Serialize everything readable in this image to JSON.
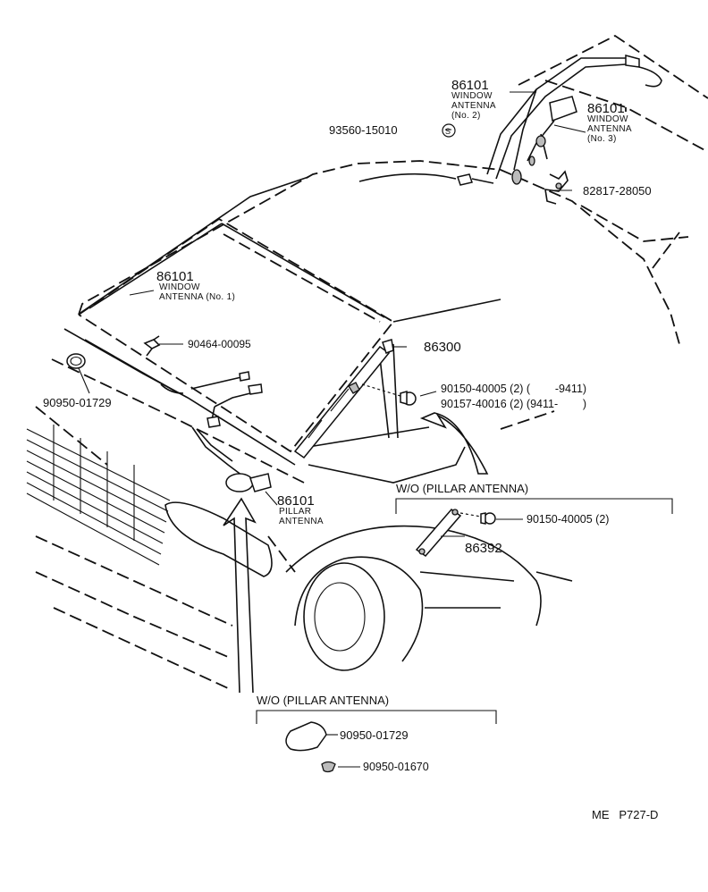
{
  "parts": {
    "window_antenna_no2": {
      "number": "86101",
      "line1": "WINDOW",
      "line2": "ANTENNA",
      "line3": "(No. 2)"
    },
    "window_antenna_no3": {
      "number": "86101",
      "line1": "WINDOW",
      "line2": "ANTENNA",
      "line3": "(No. 3)"
    },
    "part_93560": "93560-15010",
    "part_93560_mark": "S",
    "part_82817": "82817-28050",
    "window_antenna_no1": {
      "number": "86101",
      "line1": "WINDOW",
      "line2": "ANTENNA (No. 1)"
    },
    "part_90464": "90464-00095",
    "part_86300": "86300",
    "part_90950_front": "90950-01729",
    "bolt_row1": "90150-40005 (2) (        -9411)",
    "bolt_row2": "90157-40016 (2) (9411-        )",
    "pillar_antenna": {
      "number": "86101",
      "line1": "PILLAR",
      "line2": "ANTENNA"
    }
  },
  "section_pillar": {
    "title": "W/O (PILLAR ANTENNA)",
    "part_90150": "90150-40005 (2)",
    "part_86392": "86392"
  },
  "section_plugs": {
    "title": "W/O (PILLAR ANTENNA)",
    "part_90950a": "90950-01729",
    "part_90950b": "90950-01670"
  },
  "footer": {
    "code": "ME   P727-D"
  }
}
